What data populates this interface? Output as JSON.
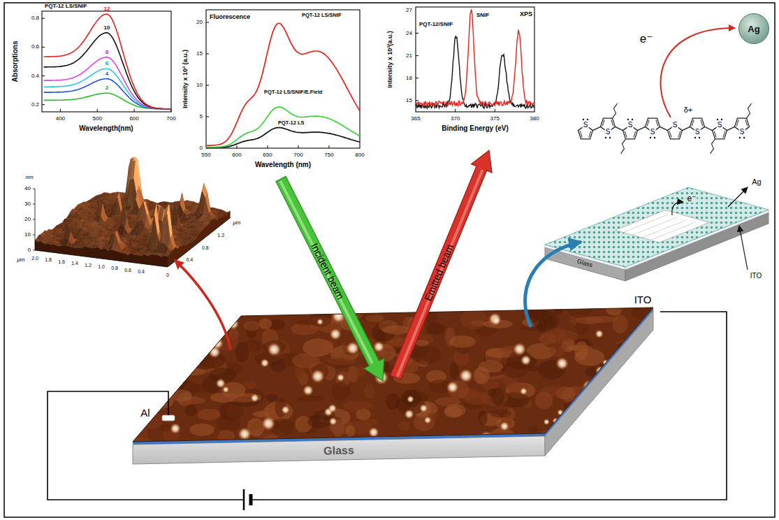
{
  "diagram": {
    "nodes": [
      {
        "text": [
          "Ag"
        ]
      }
    ],
    "labels": [
      "PQT-12 LS/SNIF",
      "Absorptions",
      "Wavelength(nm)",
      "0.2",
      "0.4",
      "0.6",
      "0.8",
      "400",
      "500",
      "600",
      "700",
      "12",
      "10",
      "8",
      "6",
      "4",
      "2",
      "Fluorescence",
      "Intensity x 10³ (a.u.)",
      "Wavelength (nm)",
      "0",
      "5",
      "10",
      "15",
      "20",
      "550",
      "600",
      "650",
      "700",
      "750",
      "800",
      "PQT-12 LS/SNIF",
      "PQT-12 LS/SNIF/E.Field",
      "PQT-12 LS",
      "XPS",
      "PQT-12/SNIF",
      "SNIF",
      "Intensity x 10³(a.u.)",
      "Binding Energy (eV)",
      "15",
      "18",
      "21",
      "24",
      "27",
      "365",
      "370",
      "375",
      "380",
      "e⁻",
      "δ+",
      "S",
      "S",
      "S",
      "S",
      "S",
      "S",
      "S",
      "S",
      "nm",
      "40",
      "30",
      "20",
      "10",
      "0",
      "μm",
      "2.0",
      "1.8",
      "1.6",
      "1.4",
      "1.2",
      "1.0",
      "0.8",
      "0.6",
      "0.4",
      "0",
      "0.4",
      "0.8",
      "1.2",
      "μm",
      "Incident beam",
      "Emitted beam",
      "Al",
      "ITO",
      "Glass",
      "Ag",
      "e⁻",
      "Glass",
      "ITO"
    ]
  }
}
